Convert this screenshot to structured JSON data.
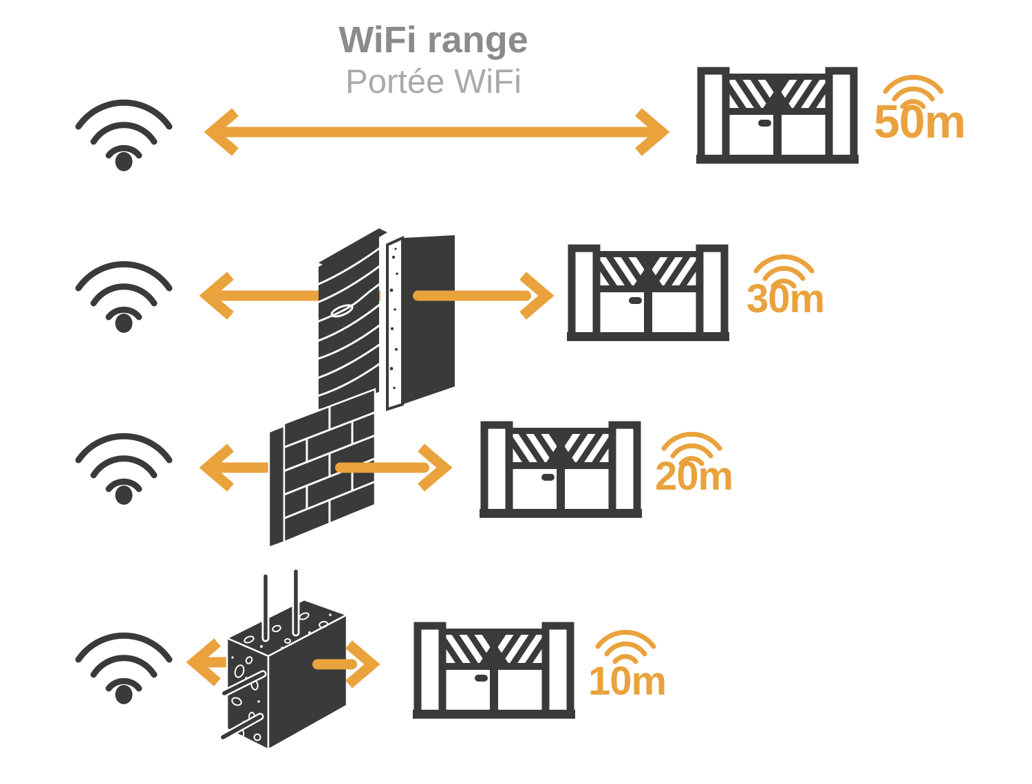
{
  "title": {
    "line1": "WiFi range",
    "line2": "Portée WiFi"
  },
  "colors": {
    "accent_orange": "#E9A23C",
    "icon_dark": "#3A3A3A",
    "title_primary_gray": "#8B8B8B",
    "title_secondary_gray": "#A9A9A9"
  },
  "rows": [
    {
      "name": "open-air",
      "obstacle_icon": "none",
      "range": "50m"
    },
    {
      "name": "wood-plasterboard-wall",
      "obstacle_icon": "wood-plasterboard-wall-icon",
      "range": "30m"
    },
    {
      "name": "brick-wall",
      "obstacle_icon": "brick-wall-icon",
      "range": "20m"
    },
    {
      "name": "reinforced-concrete-wall",
      "obstacle_icon": "reinforced-concrete-wall-icon",
      "range": "10m"
    }
  ],
  "icons": {
    "source": "wifi-signal-icon",
    "receiver": "gate-icon",
    "strength": "wifi-arcs-icon"
  }
}
